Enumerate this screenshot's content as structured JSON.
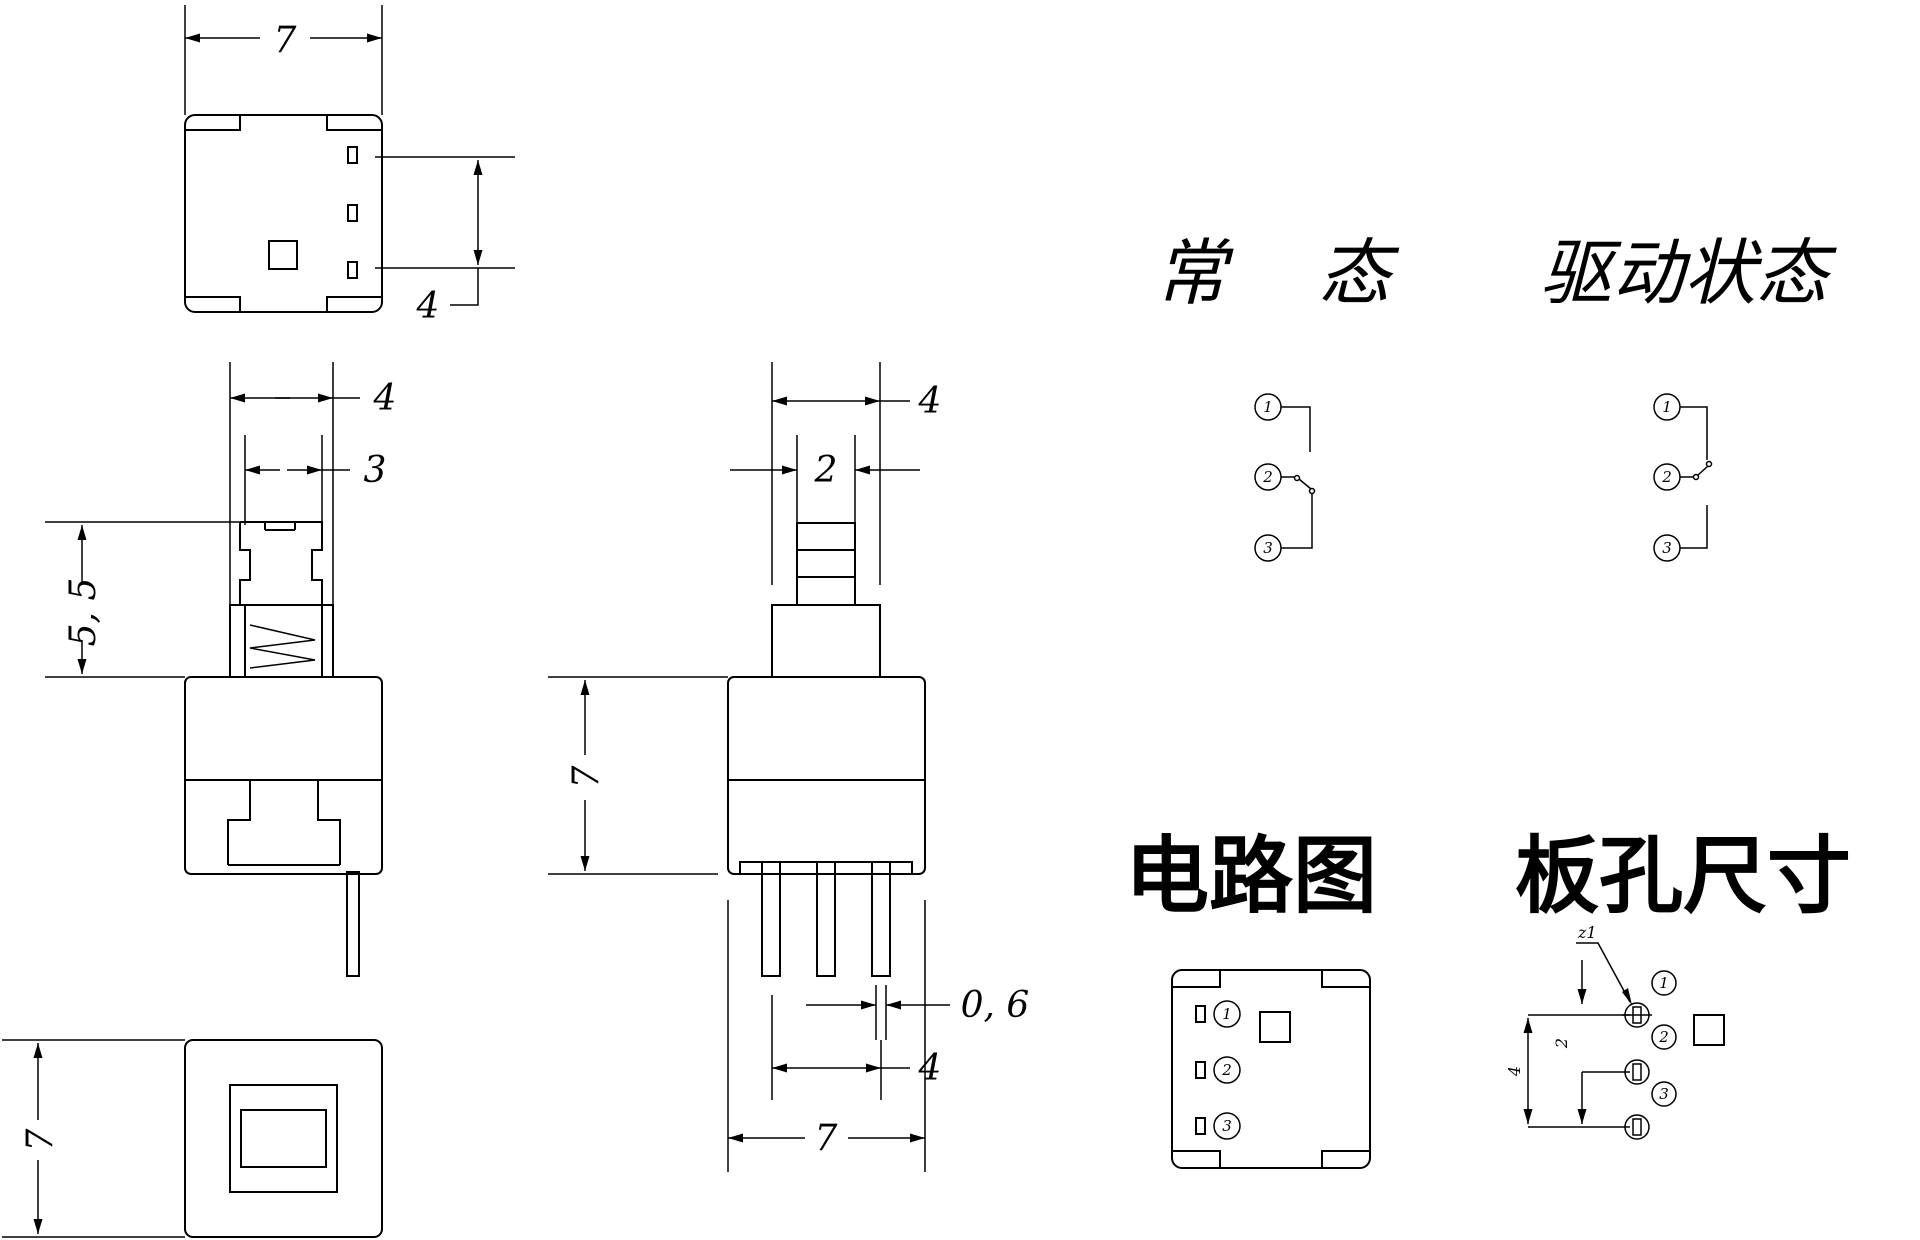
{
  "titles": {
    "normal_state": "常    态",
    "actuated_state": "驱动状态",
    "circuit_diagram": "电路图",
    "panel_hole_size": "板孔尺寸"
  },
  "dimensions": {
    "top_width": "7",
    "top_pitch": "4",
    "front_outer": "4",
    "front_inner": "3",
    "front_height": "5, 5",
    "side_outer": "4",
    "side_inner": "2",
    "side_body_height": "7",
    "side_pin_thickness": "0, 6",
    "side_pin_pitch": "4",
    "side_width": "7",
    "bottom_height": "7"
  },
  "pins": {
    "p1": "1",
    "p2": "2",
    "p3": "3"
  },
  "hole": {
    "label": "z1",
    "pitch_total": "4",
    "pitch_half": "2"
  }
}
